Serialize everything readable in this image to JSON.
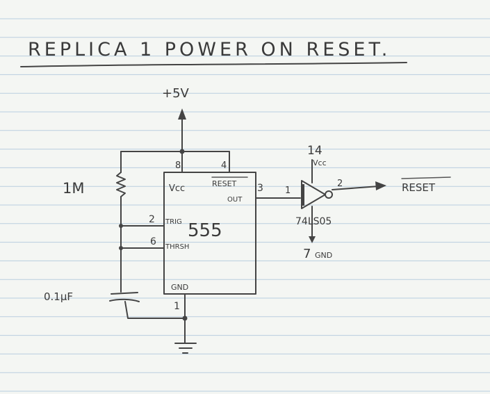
{
  "title": "REPLICA 1 POWER ON RESET.",
  "supply": {
    "label": "+5V"
  },
  "resistor": {
    "value": "1M"
  },
  "capacitor": {
    "value": "0.1µF"
  },
  "timer": {
    "part": "555",
    "pins": {
      "vcc_num": "8",
      "vcc_name": "Vcc",
      "reset_num": "4",
      "reset_name": "RESET",
      "out_num": "3",
      "out_name": "OUT",
      "trig_num": "2",
      "trig_name": "TRIG",
      "thresh_num": "6",
      "thresh_name": "THRSH",
      "gnd_num": "1",
      "gnd_name": "GND"
    }
  },
  "inverter": {
    "part": "74LS05",
    "in_pin": "1",
    "out_pin": "2",
    "vcc_pin": "14",
    "vcc_name": "Vcc",
    "gnd_pin": "7",
    "gnd_name": "GND"
  },
  "output": {
    "label": "RESET"
  },
  "colors": {
    "paper": "#f4f6f3",
    "rule": "#b9cde0",
    "margin": "#d9a7a7",
    "ink": "#444444"
  }
}
